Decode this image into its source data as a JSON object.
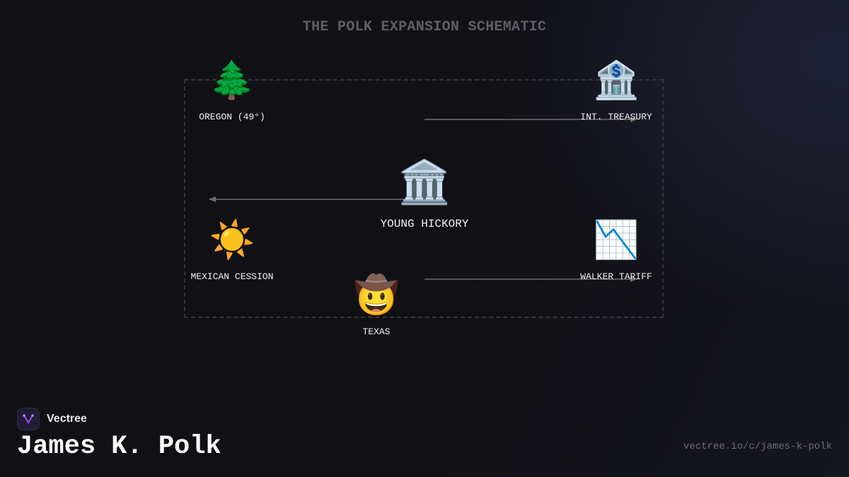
{
  "diagram": {
    "title": "THE POLK EXPANSION SCHEMATIC",
    "center": {
      "icon": "classical-building-icon",
      "emoji": "🏛️",
      "label": "YOUNG HICKORY"
    },
    "nodes": {
      "oregon": {
        "icon": "evergreen-tree-icon",
        "emoji": "🌲",
        "label": "OREGON (49°)"
      },
      "treasury": {
        "icon": "bank-icon",
        "emoji": "🏦",
        "label": "INT. TREASURY"
      },
      "mexican_cession": {
        "icon": "sun-icon",
        "emoji": "☀️",
        "label": "MEXICAN CESSION"
      },
      "walker_tariff": {
        "icon": "chart-decreasing-icon",
        "emoji": "📉",
        "label": "WALKER TARIFF"
      },
      "texas": {
        "icon": "cowboy-face-icon",
        "emoji": "🤠",
        "label": "TEXAS"
      }
    },
    "connectors": [
      {
        "from": "center",
        "to": "treasury",
        "direction": "right"
      },
      {
        "from": "center",
        "to": "mexican_cession",
        "direction": "left"
      },
      {
        "from": "center",
        "to": "walker_tariff",
        "direction": "right"
      }
    ]
  },
  "footer": {
    "brand": "Vectree",
    "brand_icon": "vectree-logo-icon",
    "subject": "James K. Polk",
    "url": "vectree.io/c/james-k-polk"
  }
}
